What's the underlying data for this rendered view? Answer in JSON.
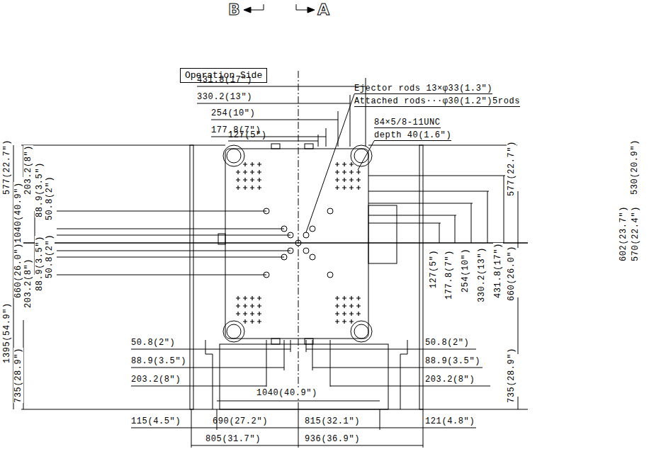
{
  "diagram": {
    "nodes": [
      {
        "text": [
          "Operation Side"
        ]
      }
    ],
    "labels": [
      "B",
      "A",
      "431.8(17\")",
      "330.2(13\")",
      "254(10\")",
      "177.8(7\")",
      "127(5\")",
      "Ejector rods 13×φ33(1.3\")",
      "Attached rods···φ30(1.2\")5rods",
      "84×5/8-11UNC",
      "depth 40(1.6\")",
      "577(22.7\")",
      "1040(40.9\")",
      "203.2(8\")",
      "88.9(3.5\")",
      "50.8(2\")",
      "660(26.0\")",
      "203.2(8\")",
      "88.9(3.5\")",
      "50.8(2\")",
      "1395(54.9\")",
      "735(28.9\")",
      "577(22.7\")",
      "127(5\")",
      "177.8(7\")",
      "254(10\")",
      "330.2(13\")",
      "431.8(17\")",
      "660(26.0\")",
      "735(28.9\")",
      "530(20.9\")",
      "602(23.7\")",
      "570(22.4\")",
      "50.8(2\")",
      "88.9(3.5\")",
      "203.2(8\")",
      "50.8(2\")",
      "88.9(3.5\")",
      "203.2(8\")",
      "1040(40.9\")",
      "115(4.5\")",
      "690(27.2\")",
      "815(32.1\")",
      "121(4.8\")",
      "805(31.7\")",
      "936(36.9\")"
    ]
  }
}
